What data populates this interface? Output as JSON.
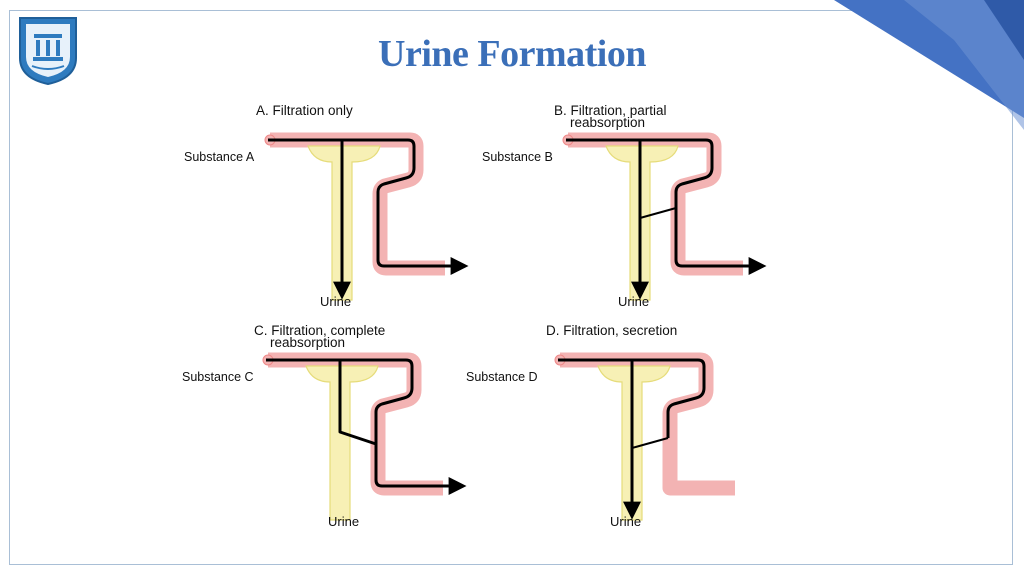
{
  "slide": {
    "title": "Urine Formation",
    "colors": {
      "title": "#3b6fb8",
      "tubule_pink": "#f3b3b3",
      "glom_yellow": "#f7f0b5",
      "accent_blue": "#4472c4"
    },
    "logo_icon": "university-seal-icon"
  },
  "panels": [
    {
      "id": "a",
      "caption_lines": [
        "A. Filtration only"
      ],
      "substance": "Substance A",
      "urine": "Urine"
    },
    {
      "id": "b",
      "caption_lines": [
        "B. Filtration, partial",
        "reabsorption"
      ],
      "substance": "Substance B",
      "urine": "Urine"
    },
    {
      "id": "c",
      "caption_lines": [
        "C. Filtration, complete",
        "reabsorption"
      ],
      "substance": "Substance C",
      "urine": "Urine"
    },
    {
      "id": "d",
      "caption_lines": [
        "D. Filtration, secretion"
      ],
      "substance": "Substance D",
      "urine": "Urine"
    }
  ]
}
